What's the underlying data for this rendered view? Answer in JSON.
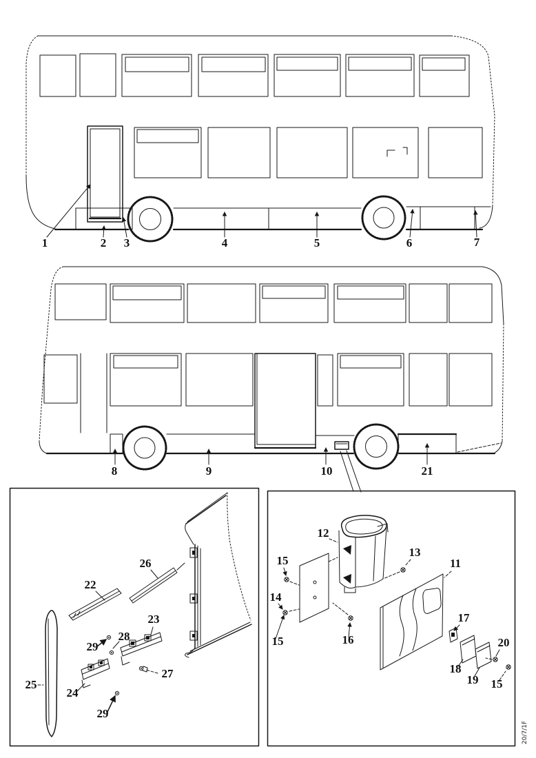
{
  "figure": {
    "drawing_ref": "20/7/1F"
  },
  "callouts": {
    "bus1": [
      "1",
      "2",
      "3",
      "4",
      "5",
      "6",
      "7"
    ],
    "bus2": [
      "8",
      "9",
      "10",
      "21"
    ],
    "box_left": [
      "22",
      "26",
      "23",
      "28",
      "29",
      "27",
      "24",
      "29",
      "25"
    ],
    "box_right": [
      "12",
      "15",
      "14",
      "13",
      "11",
      "16",
      "15",
      "17",
      "18",
      "19",
      "20",
      "15"
    ]
  }
}
